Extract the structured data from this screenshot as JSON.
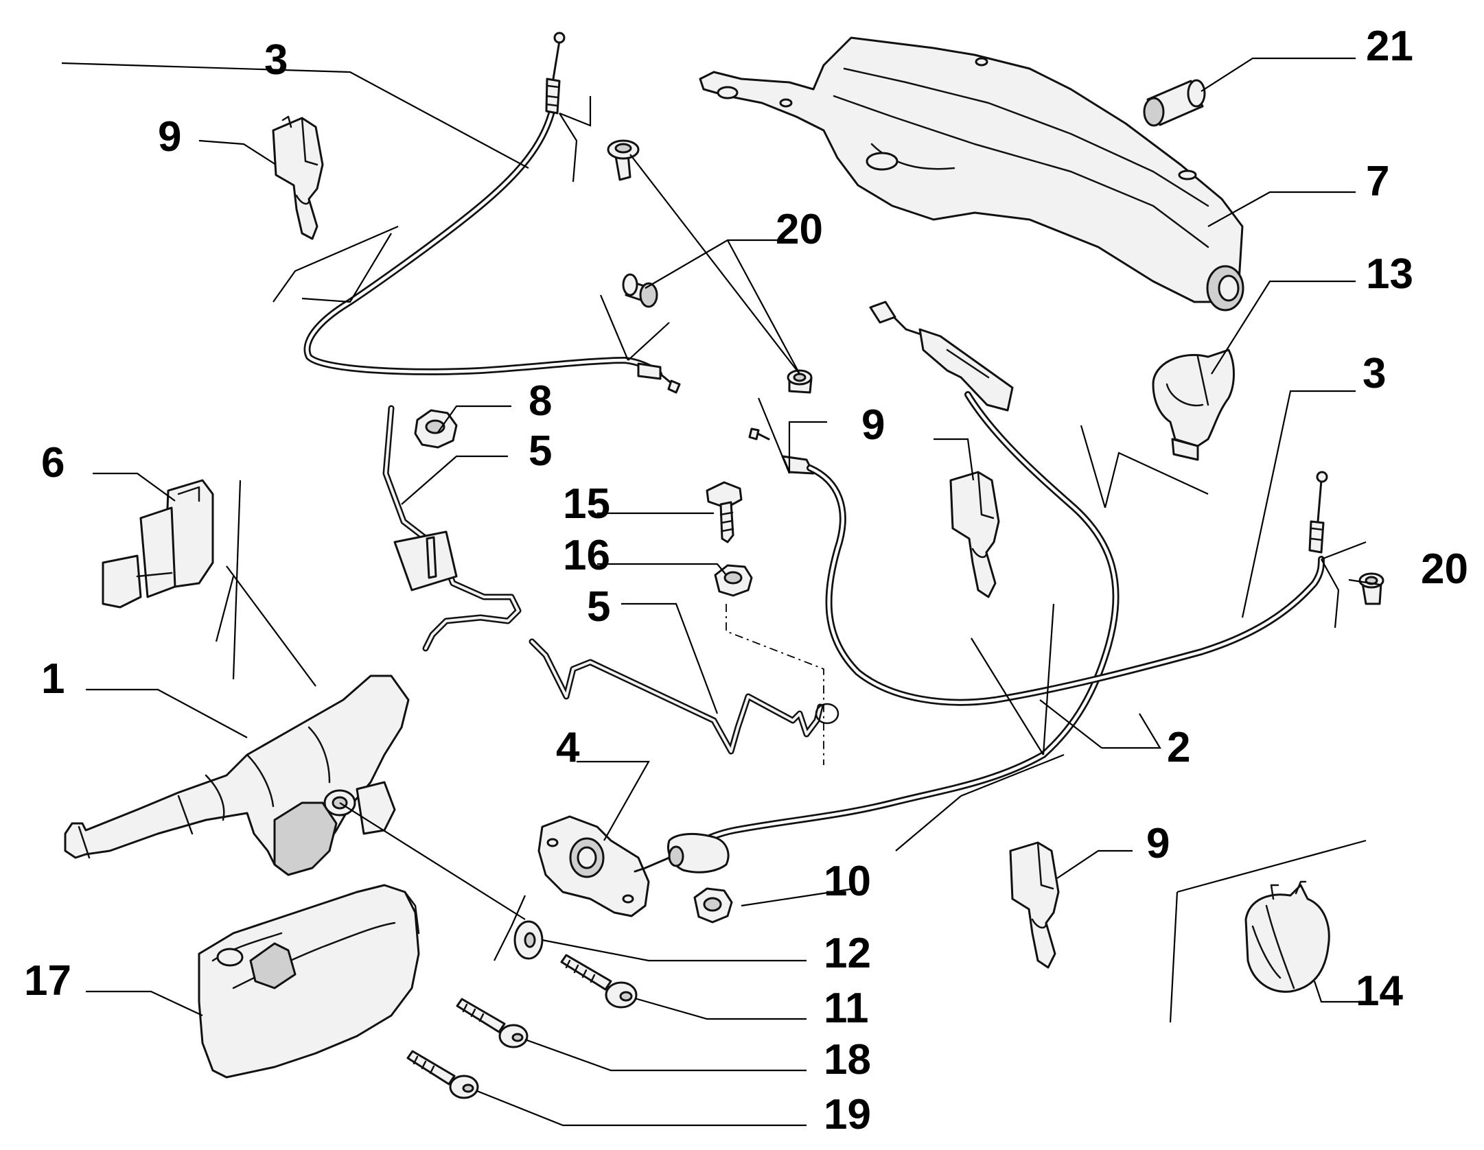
{
  "callouts": {
    "c1": "1",
    "c2": "2",
    "c3a": "3",
    "c3b": "3",
    "c4": "4",
    "c5a": "5",
    "c5b": "5",
    "c6": "6",
    "c7": "7",
    "c8": "8",
    "c9a": "9",
    "c9b": "9",
    "c9c": "9",
    "c10": "10",
    "c11": "11",
    "c12": "12",
    "c13": "13",
    "c14": "14",
    "c15": "15",
    "c16": "16",
    "c17": "17",
    "c18": "18",
    "c19": "19",
    "c20a": "20",
    "c20b": "20",
    "c21": "21"
  }
}
